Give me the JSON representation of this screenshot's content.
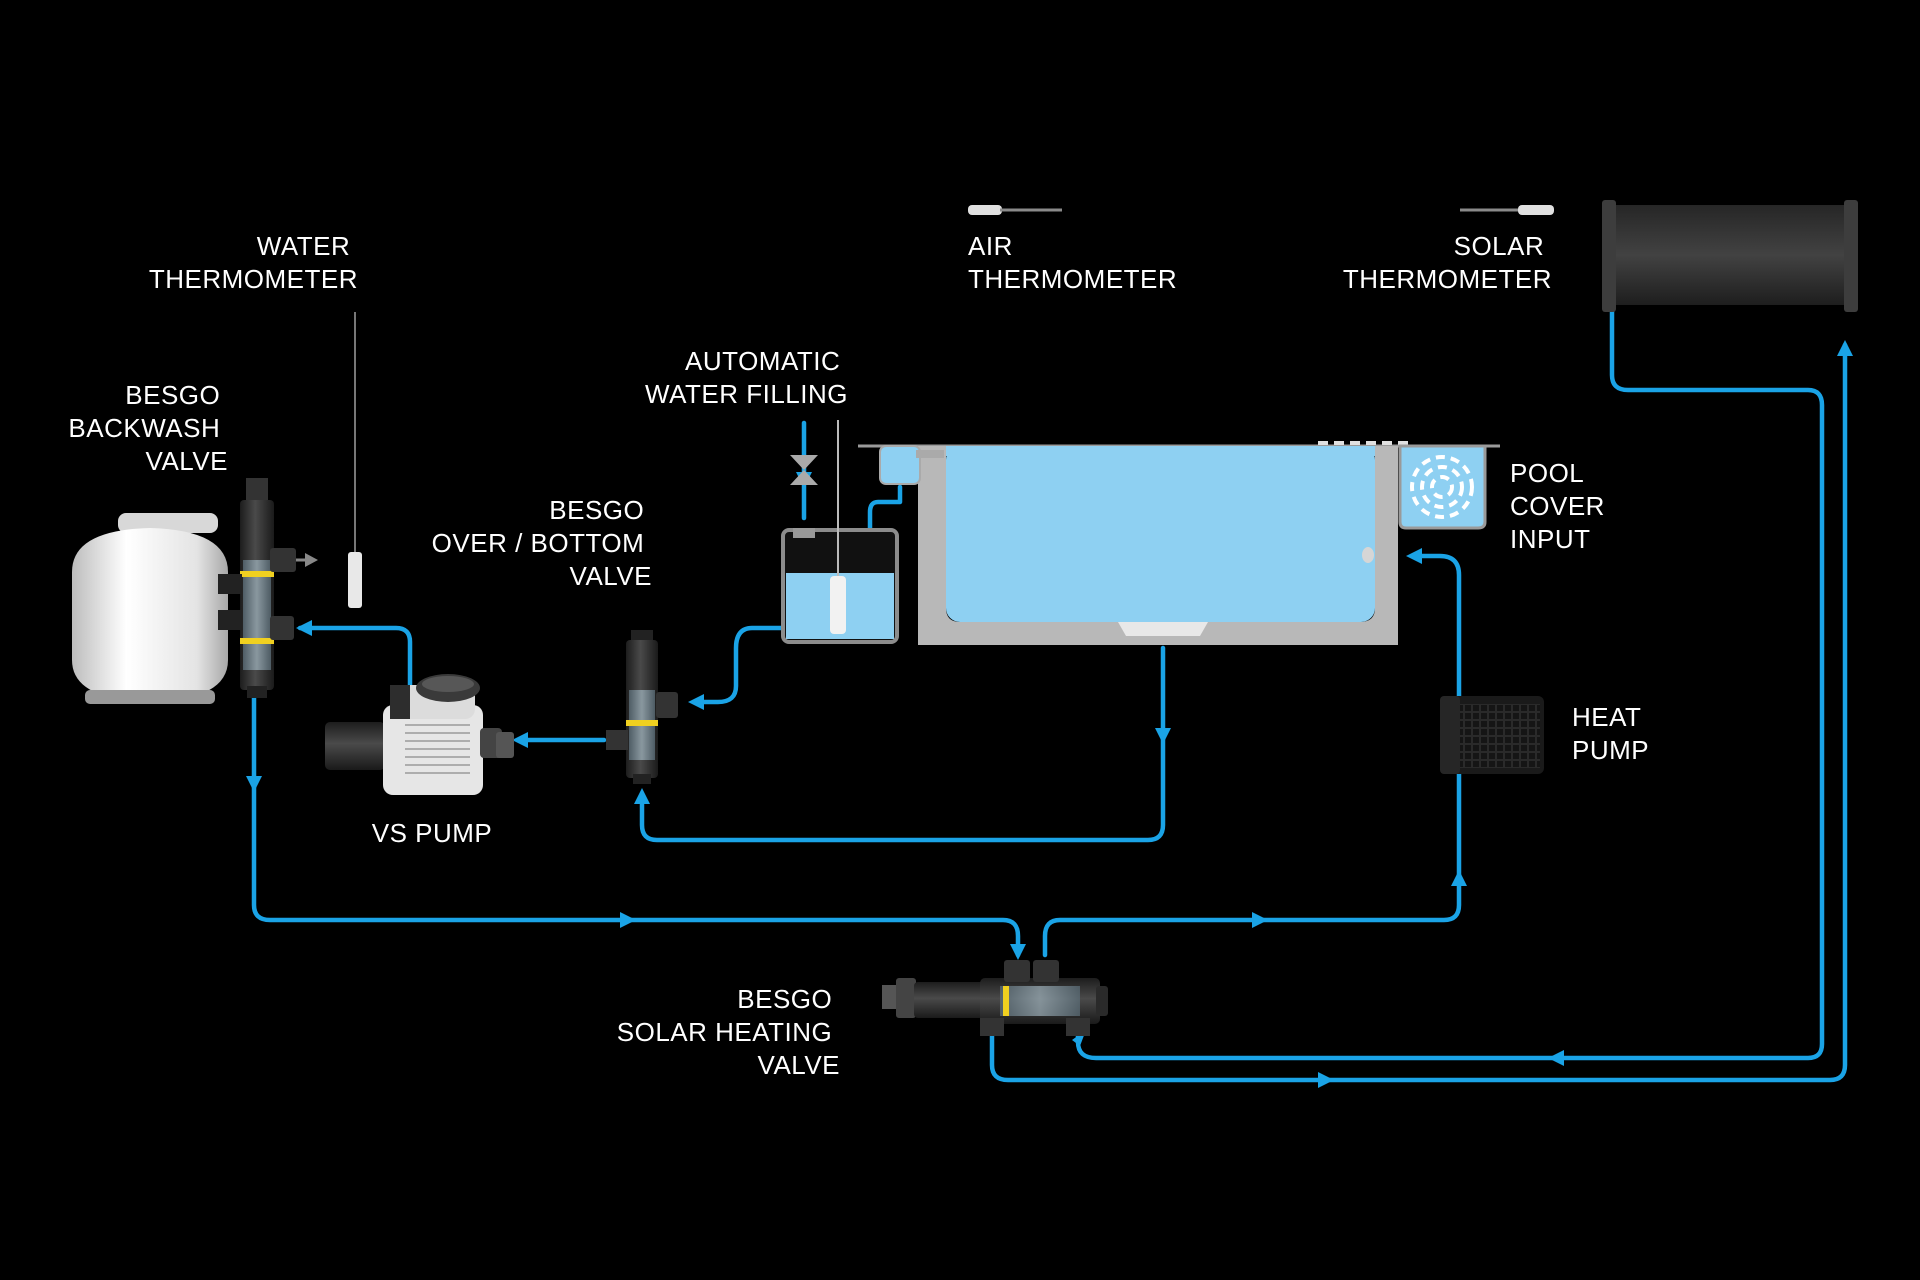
{
  "labels": {
    "water_thermometer": [
      "WATER",
      "THERMOMETER"
    ],
    "air_thermometer": [
      "AIR",
      "THERMOMETER"
    ],
    "solar_thermometer": [
      "SOLAR",
      "THERMOMETER"
    ],
    "backwash_valve": [
      "BESGO",
      "BACKWASH",
      "VALVE"
    ],
    "automatic_water_filling": [
      "AUTOMATIC",
      "WATER FILLING"
    ],
    "over_bottom_valve": [
      "BESGO",
      "OVER / BOTTOM",
      "VALVE"
    ],
    "pool_cover_input": [
      "POOL",
      "COVER",
      "INPUT"
    ],
    "heat_pump": [
      "HEAT",
      "PUMP"
    ],
    "vs_pump": [
      "VS PUMP"
    ],
    "solar_heating_valve": [
      "BESGO",
      "SOLAR HEATING",
      "VALVE"
    ]
  },
  "colors": {
    "background": "#000000",
    "pipe": "#1aa3e6",
    "water": "#8ed0f2",
    "pool_shell": "#b8b8b8",
    "device_dark": "#2f2f2f",
    "tank_white": "#eeeeee",
    "band_yellow": "#f0d020"
  }
}
